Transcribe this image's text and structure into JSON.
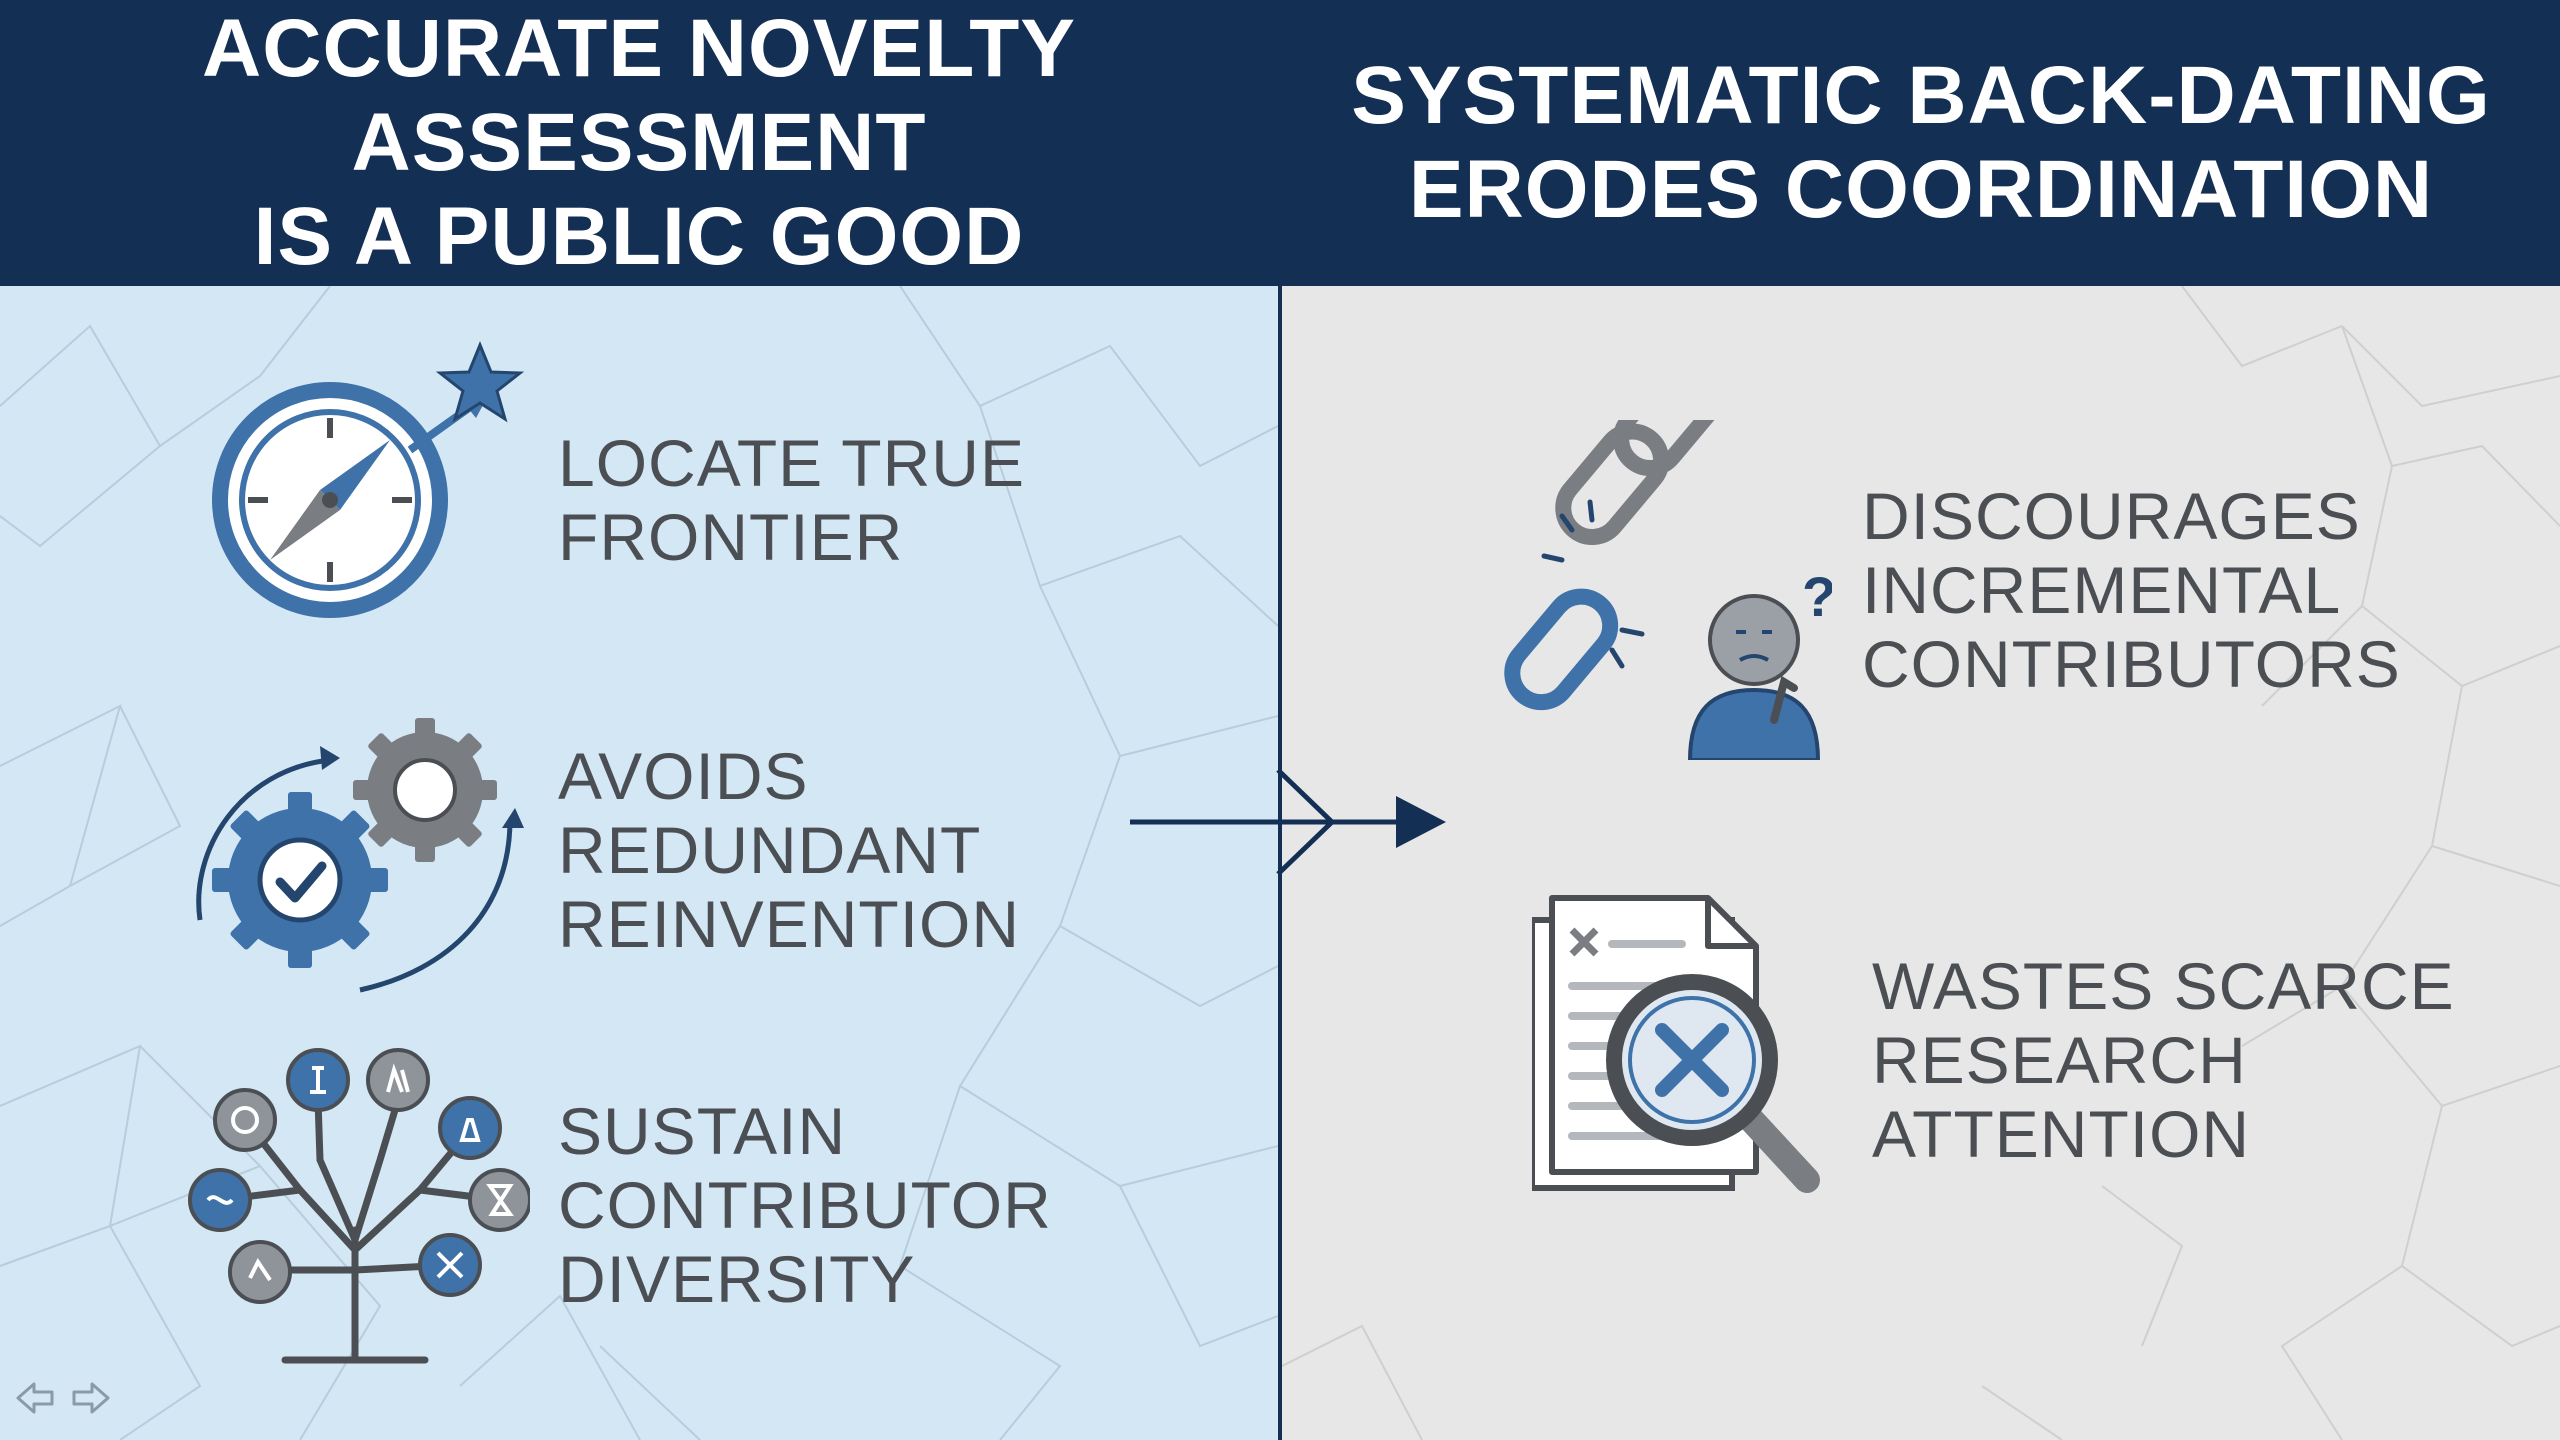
{
  "left": {
    "title_lines": [
      "ACCURATE NOVELTY ASSESSMENT",
      "IS A PUBLIC GOOD"
    ],
    "items": [
      {
        "icon": "compass-star-icon",
        "lines": [
          "LOCATE TRUE",
          "FRONTIER"
        ]
      },
      {
        "icon": "gears-check-icon",
        "lines": [
          "AVOIDS",
          "REDUNDANT",
          "REINVENTION"
        ]
      },
      {
        "icon": "discipline-tree-icon",
        "lines": [
          "SUSTAIN",
          "CONTRIBUTOR",
          "DIVERSITY"
        ]
      }
    ]
  },
  "right": {
    "title_lines": [
      "SYSTEMATIC BACK-DATING",
      "ERODES COORDINATION"
    ],
    "items": [
      {
        "icon": "broken-chain-confused-person-icon",
        "lines": [
          "DISCOURAGES",
          "INCREMENTAL",
          "CONTRIBUTORS"
        ]
      },
      {
        "icon": "document-magnifier-x-icon",
        "lines": [
          "WASTES SCARCE",
          "RESEARCH",
          "ATTENTION"
        ]
      }
    ]
  },
  "connector": {
    "icon": "arrow-right-icon"
  },
  "nav": {
    "icons": [
      "prev-arrow-icon",
      "next-arrow-icon"
    ]
  },
  "colors": {
    "header": "#142f54",
    "left_bg": "#d4e7f5",
    "right_bg": "#e7e7e7",
    "icon_blue": "#3f72a8",
    "icon_gray": "#7a7d82",
    "text": "#4b4f54"
  }
}
